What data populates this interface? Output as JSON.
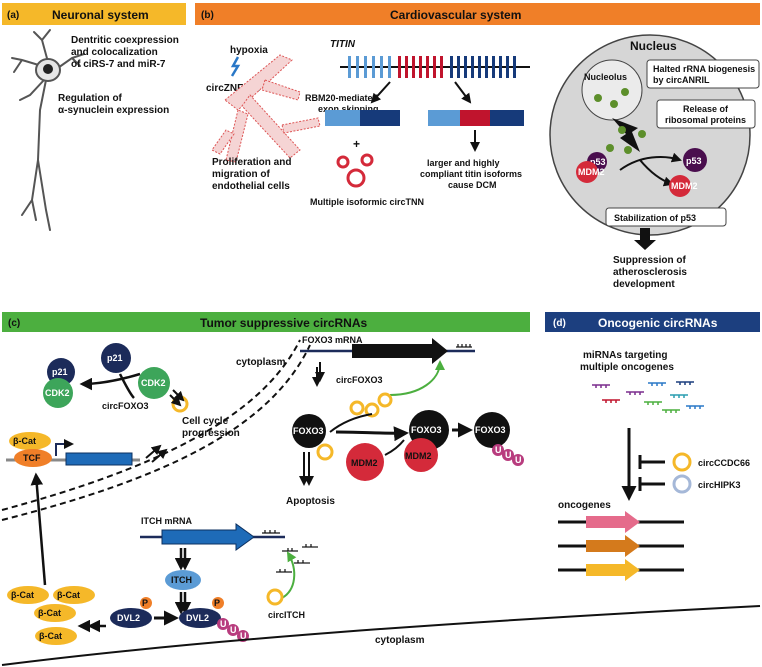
{
  "panels": {
    "a": {
      "tag": "(a)",
      "title": "Neuronal system",
      "color": "#f5b829"
    },
    "b": {
      "tag": "(b)",
      "title": "Cardiovascular system",
      "color": "#f07f28"
    },
    "c": {
      "tag": "(c)",
      "title": "Tumor suppressive circRNAs",
      "color": "#4caf3f"
    },
    "d": {
      "tag": "(d)",
      "title": "Oncogenic circRNAs",
      "color": "#1c3f7f"
    }
  },
  "neuronal": {
    "line1": "Dentritic coexpression",
    "line2": "and colocalization",
    "line3": "of ciRS-7 and miR-7",
    "line4": "Regulation of",
    "line5": "α-synuclein expression"
  },
  "cardio": {
    "hypoxia": "hypoxia",
    "circznf": "circZNF292",
    "prolif1": "Proliferation and",
    "prolif2": "migration of",
    "prolif3": "endothelial cells",
    "titin": "TITIN",
    "rbm1": "RBM20-mediated",
    "rbm2": "exon skipping",
    "plus": "+",
    "multi": "Multiple isoformic circTNN",
    "larger1": "larger and highly",
    "larger2": "compliant titin isoforms",
    "larger3": "cause DCM",
    "nucleus": "Nucleus",
    "nucleolus": "Nucleolus",
    "halted1": "Halted rRNA biogenesis",
    "halted2": "by circANRIL",
    "release1": "Release of",
    "release2": "ribosomal proteins",
    "p53": "p53",
    "mdm2": "MDM2",
    "stab": "Stabilization of p53",
    "supp1": "Suppression of",
    "supp2": "atherosclerosis",
    "supp3": "development"
  },
  "tumor": {
    "p21": "p21",
    "cdk2": "CDK2",
    "circfoxo3": "circFOXO3",
    "cellcycle1": "Cell cycle",
    "cellcycle2": "progression",
    "cytoplasm": "cytoplasm",
    "foxo3mrna": "FOXO3 mRNA",
    "foxo3": "FOXO3",
    "mdm2": "MDM2",
    "u": "U",
    "apoptosis": "Apoptosis",
    "bcat": "β-Cat",
    "tcf": "TCF",
    "itchmrna": "ITCH mRNA",
    "itch": "ITCH",
    "circitch": "circITCH",
    "p": "P",
    "dvl2": "DVL2",
    "cytoplasm_bottom": "cytoplasm"
  },
  "onco": {
    "mirnas1": "miRNAs targeting",
    "mirnas2": "multiple oncogenes",
    "circccdc": "circCCDC66",
    "circhipk": "circHIPK3",
    "oncogenes": "oncogenes"
  }
}
